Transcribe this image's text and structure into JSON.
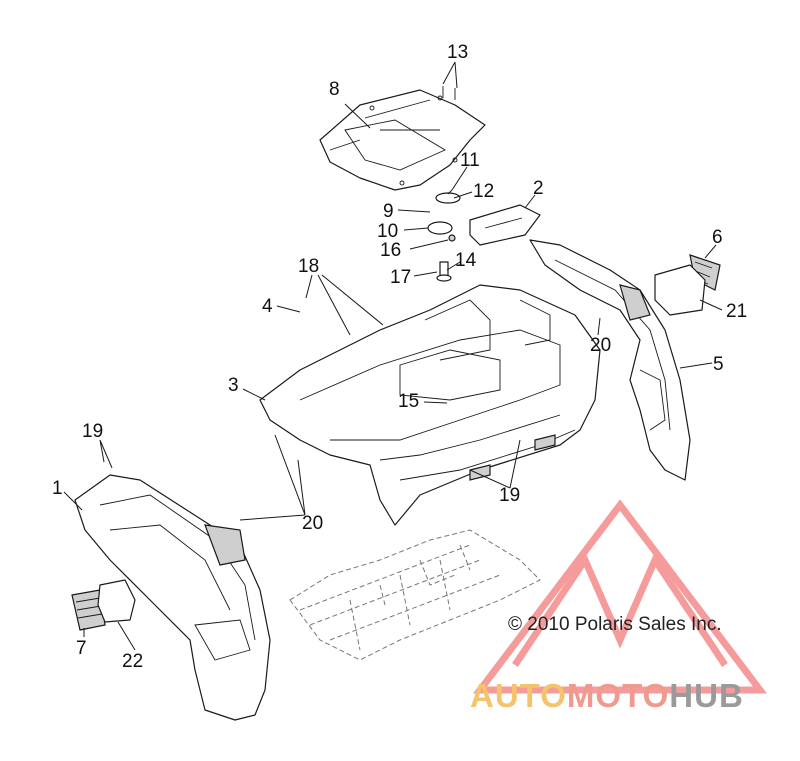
{
  "copyright": "© 2010 Polaris Sales Inc.",
  "watermark": {
    "part1": "AUTO",
    "part2": "MOTO",
    "part3": "HUB",
    "color1": "#f5c36b",
    "color2": "#f09a8f",
    "color3": "#9a9a9a",
    "logo_color": "#ee4a4a"
  },
  "callouts": {
    "c1": "1",
    "c2": "2",
    "c3": "3",
    "c4": "4",
    "c5": "5",
    "c6": "6",
    "c7": "7",
    "c8": "8",
    "c9": "9",
    "c10": "10",
    "c11": "11",
    "c12": "12",
    "c13": "13",
    "c14": "14",
    "c15": "15",
    "c16": "16",
    "c17": "17",
    "c18": "18",
    "c19a": "19",
    "c19b": "19",
    "c20a": "20",
    "c20b": "20",
    "c21": "21",
    "c22": "22"
  }
}
